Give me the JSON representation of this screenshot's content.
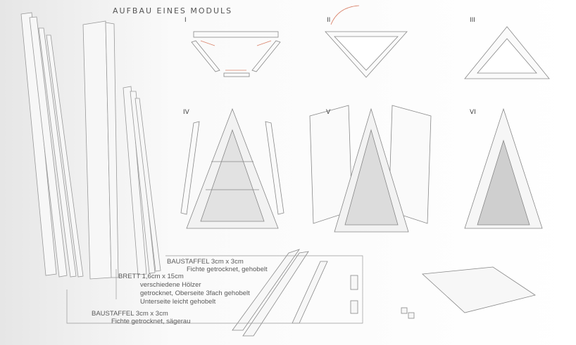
{
  "title": "AUFBAU EINES MODULS",
  "steps": [
    "I",
    "II",
    "III",
    "IV",
    "V",
    "VI"
  ],
  "labels": {
    "baustaffel_top": {
      "name": "BAUSTAFFEL  3cm x 3cm",
      "desc": "Fichte getrocknet, gehobelt"
    },
    "brett": {
      "name": "BRETT  1,6cm x 15cm",
      "lines": [
        "verschiedene Hölzer",
        "getrocknet, Oberseite 3fach gehobelt",
        "Unterseite leicht gehobelt"
      ]
    },
    "baustaffel_bottom": {
      "name": "BAUSTAFFEL  3cm x 3cm",
      "desc": "Fichte getrocknet, sägerau"
    }
  },
  "colors": {
    "accent_arrow": "#d9826a",
    "line": "#888888",
    "wood": "#f4f4f4",
    "shadow": "#d8d8d8"
  }
}
